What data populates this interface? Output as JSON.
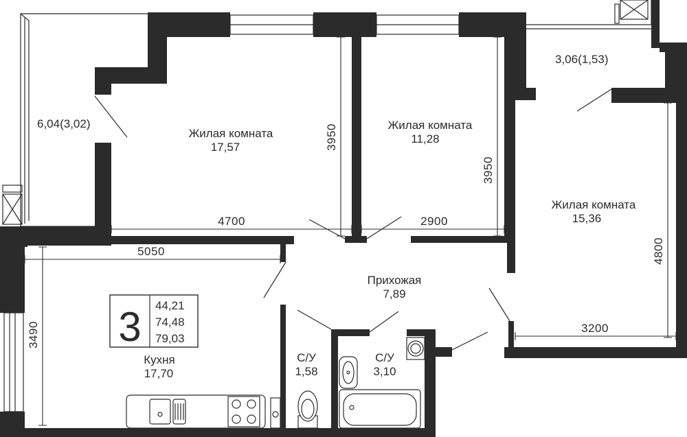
{
  "rooms": {
    "living1": {
      "name": "Жилая комната",
      "area": "17,57"
    },
    "living2": {
      "name": "Жилая комната",
      "area": "11,28"
    },
    "living3": {
      "name": "Жилая комната",
      "area": "15,36"
    },
    "hall": {
      "name": "Прихожая",
      "area": "7,89"
    },
    "kitchen": {
      "name": "Кухня",
      "area": "17,70"
    },
    "bath1": {
      "name": "С/У",
      "area": "1,58"
    },
    "bath2": {
      "name": "С/У",
      "area": "3,10"
    },
    "balcony_left": {
      "area": "6,04(3,02)"
    },
    "balcony_right": {
      "area": "3,06(1,53)"
    }
  },
  "dimensions": {
    "d4700": "4700",
    "d2900": "2900",
    "d3950a": "3950",
    "d3950b": "3950",
    "d4800": "4800",
    "d3200": "3200",
    "d5050": "5050",
    "d3490": "3490"
  },
  "badge": {
    "rooms_count": "3",
    "living_area": "44,21",
    "total_area": "74,48",
    "total_with_balcony": "79,03"
  },
  "colors": {
    "wall": "#2b2b2b",
    "background": "#ffffff"
  }
}
